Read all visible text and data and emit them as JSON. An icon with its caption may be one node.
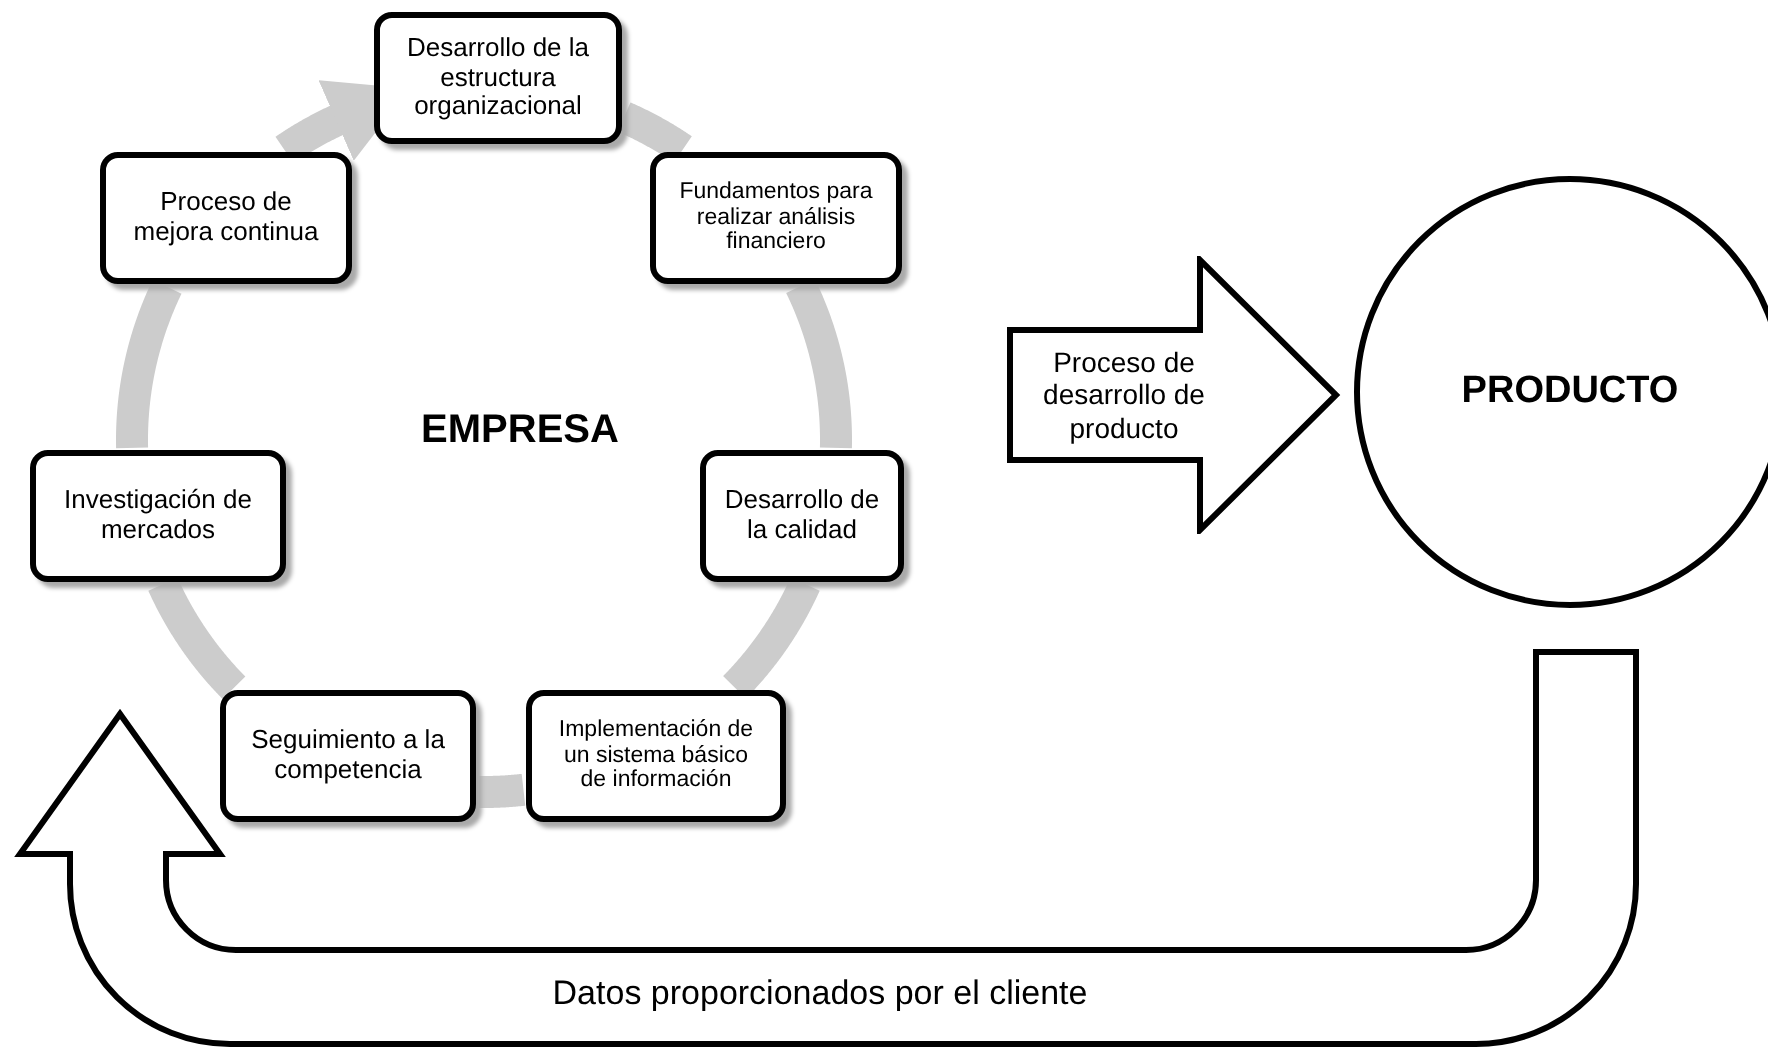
{
  "diagram": {
    "nodes": [
      {
        "text": [
          "EMPRESA"
        ]
      },
      {
        "text": [
          "Desarrollo de la estructura organizacional"
        ]
      },
      {
        "text": [
          "Fundamentos para realizar análisis financiero"
        ]
      },
      {
        "text": [
          "Desarrollo de la calidad"
        ]
      },
      {
        "text": [
          "Implementación de un sistema básico de información"
        ]
      },
      {
        "text": [
          "Seguimiento a la competencia"
        ]
      },
      {
        "text": [
          "Investigación de mercados"
        ]
      },
      {
        "text": [
          "Proceso de mejora continua"
        ]
      },
      {
        "text": [
          "Proceso de desarrollo de producto"
        ]
      },
      {
        "text": [
          "PRODUCTO"
        ]
      }
    ],
    "edges": [
      {
        "from": 1,
        "to": 2,
        "arrow": "none"
      },
      {
        "from": 2,
        "to": 3,
        "arrow": "none"
      },
      {
        "from": 3,
        "to": 4,
        "arrow": "none"
      },
      {
        "from": 4,
        "to": 5,
        "arrow": "none"
      },
      {
        "from": 5,
        "to": 6,
        "arrow": "none"
      },
      {
        "from": 6,
        "to": 7,
        "arrow": "none"
      },
      {
        "from": 7,
        "to": 1,
        "arrow": "to"
      },
      {
        "from": 9,
        "to": null,
        "arrow": "to",
        "label": "Datos proporcionados por el cliente",
        "style": "thick"
      }
    ]
  }
}
